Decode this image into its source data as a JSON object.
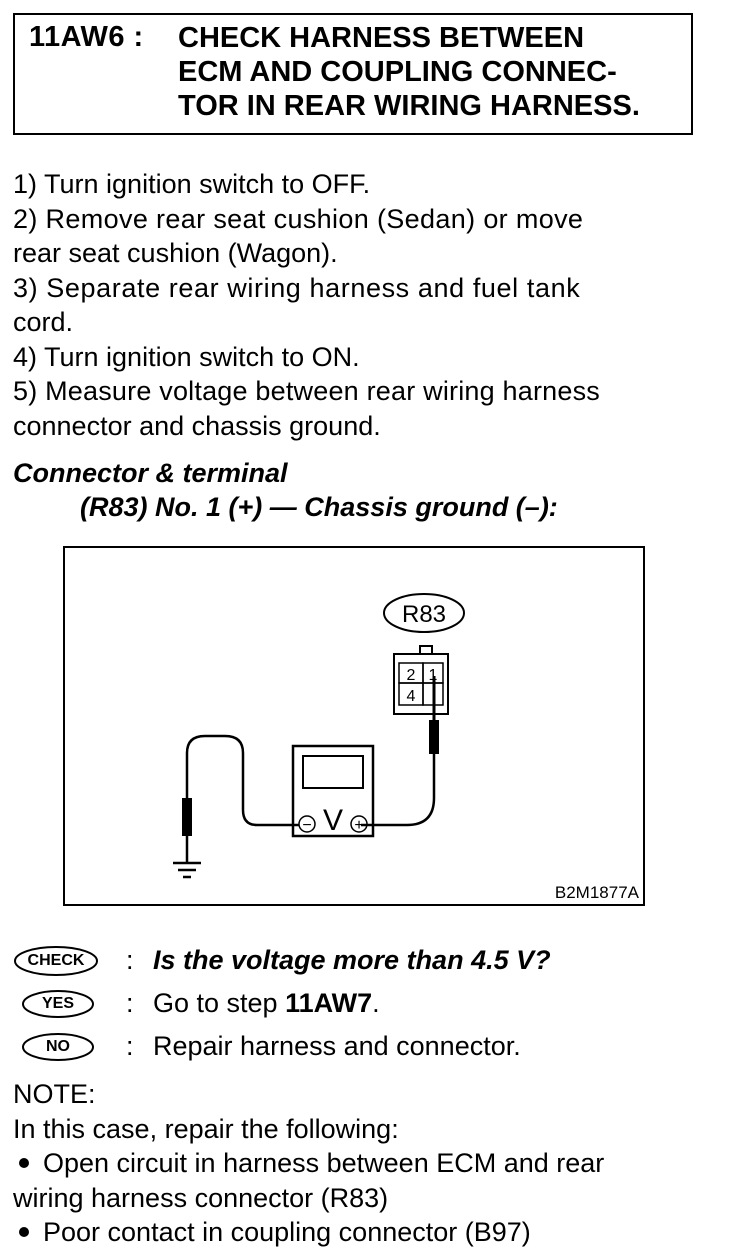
{
  "header": {
    "code": "11AW6 :",
    "title_lines": [
      "CHECK HARNESS BETWEEN",
      "ECM AND COUPLING CONNEC-",
      "TOR IN REAR WIRING HARNESS."
    ]
  },
  "steps": [
    "1)  Turn ignition switch to OFF.",
    "2)  Remove  rear  seat  cushion  (Sedan)  or  move",
    "rear seat cushion (Wagon).",
    "3)  Separate  rear  wiring  harness  and  fuel  tank",
    "cord.",
    "4)  Turn ignition switch to ON.",
    "5)  Measure voltage between rear wiring harness",
    "connector and chassis ground."
  ],
  "connector": {
    "title": "Connector & terminal",
    "subtitle": "(R83) No. 1 (+) — Chassis ground (–):"
  },
  "diagram": {
    "connector_label": "R83",
    "pin_labels": [
      "2",
      "1",
      "4"
    ],
    "meter_symbol": "V",
    "minus_symbol": "−",
    "plus_symbol": "+",
    "figure_id": "B2M1877A"
  },
  "answers": {
    "check": {
      "badge": "CHECK",
      "colon": ":",
      "text": "Is the voltage more than 4.5 V?"
    },
    "yes": {
      "badge": "YES",
      "colon": ":",
      "text_prefix": "Go to step ",
      "text_bold": "11AW7",
      "text_suffix": "."
    },
    "no": {
      "badge": "NO",
      "colon": ":",
      "text": "Repair harness and connector."
    }
  },
  "note": {
    "label": "NOTE:",
    "intro": "In this case, repair the following:",
    "bullets": [
      [
        "Open circuit in harness between ECM and rear",
        "wiring harness connector (R83)"
      ],
      [
        "Poor contact in coupling connector (B97)"
      ]
    ]
  }
}
